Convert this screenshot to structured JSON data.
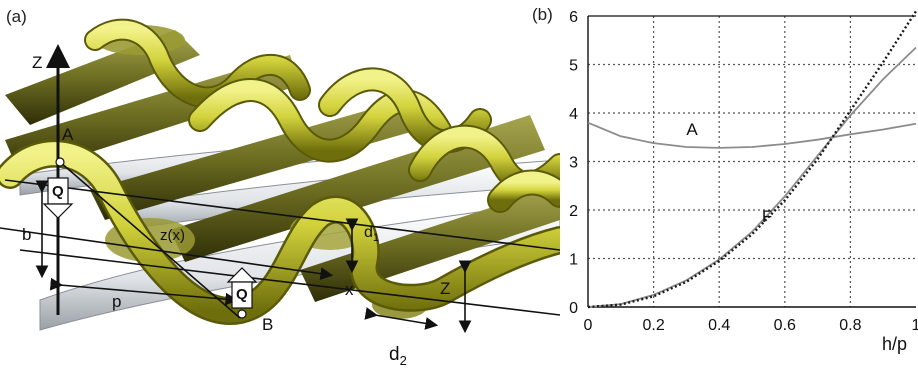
{
  "panel_a": {
    "panel_label": "(a)",
    "labels": {
      "z_axis": "Z",
      "point_a": "A",
      "point_b": "B",
      "q_top": "Q",
      "q_bottom": "Q",
      "b": "b",
      "zx": "z(x)",
      "p": "p",
      "x": "x",
      "d1": "d",
      "d1_sub": "1",
      "z_right": "Z",
      "d2": "d",
      "d2_sub": "2"
    }
  },
  "chart_data": {
    "type": "line",
    "panel_label": "(b)",
    "xlabel": "h/p",
    "ylabel": "",
    "xlim": [
      0,
      1
    ],
    "ylim": [
      0,
      6
    ],
    "grid": true,
    "x_ticks": [
      "0",
      "0.2",
      "0.4",
      "0.6",
      "0.8",
      "1"
    ],
    "y_ticks": [
      "0",
      "1",
      "2",
      "3",
      "4",
      "5",
      "6"
    ],
    "annotations": [
      {
        "text": "A",
        "x": 0.3,
        "y": 3.55
      },
      {
        "text": "F",
        "x": 0.53,
        "y": 1.75
      }
    ],
    "series": [
      {
        "name": "A",
        "style": "solid",
        "x": [
          0,
          0.1,
          0.2,
          0.3,
          0.4,
          0.5,
          0.6,
          0.7,
          0.8,
          0.9,
          1.0
        ],
        "y": [
          3.8,
          3.52,
          3.38,
          3.3,
          3.28,
          3.3,
          3.36,
          3.45,
          3.56,
          3.66,
          3.78
        ]
      },
      {
        "name": "F",
        "style": "solid",
        "x": [
          0,
          0.1,
          0.2,
          0.3,
          0.4,
          0.5,
          0.6,
          0.7,
          0.8,
          0.9,
          1.0
        ],
        "y": [
          0,
          0.06,
          0.25,
          0.55,
          0.98,
          1.55,
          2.28,
          3.12,
          3.95,
          4.7,
          5.35
        ]
      },
      {
        "name": "",
        "style": "dotted",
        "x": [
          0,
          0.1,
          0.2,
          0.3,
          0.4,
          0.5,
          0.6,
          0.7,
          0.8,
          0.9,
          1.0
        ],
        "y": [
          0,
          0.05,
          0.22,
          0.52,
          0.95,
          1.5,
          2.2,
          3.05,
          4.05,
          5.05,
          6.1
        ]
      }
    ],
    "colors": {
      "solid": "#8c8c8c",
      "dotted": "#1a1a1a",
      "grid": "#555555"
    }
  },
  "colors": {
    "wire_light": "#d8d84a",
    "wire_dark": "#8a8a10",
    "rod_light": "#8a8a30",
    "rod_dark": "#3c3c10",
    "weft_light": "#f2f4f6",
    "weft_dark": "#a8aeb4"
  }
}
